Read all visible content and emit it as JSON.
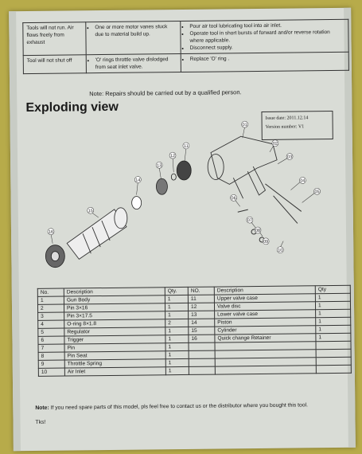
{
  "troubleshooting": [
    {
      "problem": "Tools will not run. Air flows freely from exhaust",
      "cause": "One or more motor vanes stuck due to material build up.",
      "solution": [
        "Pour air tool lubricating tool into air inlet.",
        "Operate tool in short bursts of forward and/or reverse rotation where applicable.",
        "Disconnect supply."
      ]
    },
    {
      "problem": "Tool will not shut off",
      "cause": "'O' rings throttle valve dislodged from seat inlet valve.",
      "solution": [
        "Replace 'O' ring ."
      ]
    }
  ],
  "repair_note": "Note: Repairs should be carried out by a qualified person.",
  "heading": "Exploding view",
  "issue": {
    "date_label": "Issue date: 2011.12.14",
    "version_label": "Version number: V1"
  },
  "diagram_callouts": [
    "01",
    "02",
    "03",
    "04",
    "05",
    "06",
    "07",
    "08",
    "09",
    "10",
    "11",
    "12",
    "13",
    "14",
    "15",
    "16"
  ],
  "parts_headers": {
    "no": "No.",
    "description": "Description",
    "qty": "Qty.",
    "no2": "NO.",
    "description2": "Description",
    "qty2": "Qty"
  },
  "parts_left": [
    {
      "no": "1",
      "description": "Gun Body",
      "qty": "1"
    },
    {
      "no": "2",
      "description": "Pin 3×16",
      "qty": "1"
    },
    {
      "no": "3",
      "description": "Pin 3×17.5",
      "qty": "1"
    },
    {
      "no": "4",
      "description": "O-ring 8×1.8",
      "qty": "2"
    },
    {
      "no": "5",
      "description": "Regulator",
      "qty": "1"
    },
    {
      "no": "6",
      "description": "Trigger",
      "qty": "1"
    },
    {
      "no": "7",
      "description": "Pin",
      "qty": "1"
    },
    {
      "no": "8",
      "description": "Pin Seat",
      "qty": "1"
    },
    {
      "no": "9",
      "description": "Throttle Spring",
      "qty": "1"
    },
    {
      "no": "10",
      "description": "Air Inlet",
      "qty": "1"
    }
  ],
  "parts_right": [
    {
      "no": "11",
      "description": "Upper valve case",
      "qty": "1"
    },
    {
      "no": "12",
      "description": "Valve disc",
      "qty": "1"
    },
    {
      "no": "13",
      "description": "Lower valve case",
      "qty": "1"
    },
    {
      "no": "14",
      "description": "Piston",
      "qty": "1"
    },
    {
      "no": "15",
      "description": "Cylinder",
      "qty": "1"
    },
    {
      "no": "16",
      "description": "Quick change Retainer",
      "qty": "1"
    },
    {
      "no": "",
      "description": "",
      "qty": ""
    },
    {
      "no": "",
      "description": "",
      "qty": ""
    },
    {
      "no": "",
      "description": "",
      "qty": ""
    },
    {
      "no": "",
      "description": "",
      "qty": ""
    }
  ],
  "footer_note_label": "Note:",
  "footer_note": "If you need spare parts of this model, pls feel free to contact us or the distributor where you bought this tool.",
  "footer_thanks": "Tks!"
}
